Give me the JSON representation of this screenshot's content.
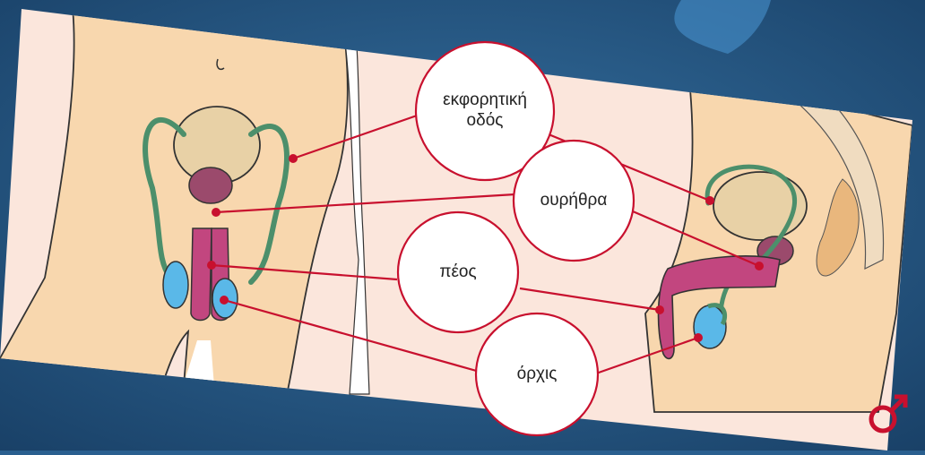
{
  "labels": {
    "duct": "εκφορητική\nοδός",
    "urethra": "ουρήθρα",
    "penis": "πέος",
    "testis": "όρχις"
  },
  "symbol": "♂",
  "colors": {
    "background": "#2a5f8f",
    "panel": "#fbe6dc",
    "skin": "#f8d7ae",
    "bladder": "#e8d1a6",
    "prostate": "#9b4a6c",
    "penis": "#c2467f",
    "testis": "#5ab8e8",
    "duct": "#4c8f6b",
    "leader": "#c8102e",
    "circle-fill": "#ffffff"
  }
}
